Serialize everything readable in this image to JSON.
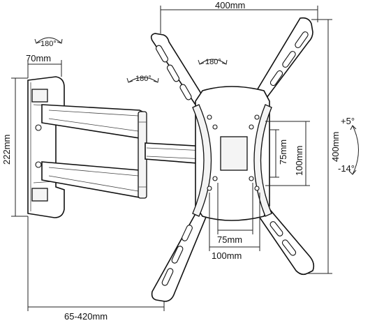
{
  "diagram": {
    "labels": {
      "width_total": "400mm",
      "height_total": "400mm",
      "vesa_w_small": "75mm",
      "vesa_w_large": "100mm",
      "vesa_h_small": "75mm",
      "vesa_h_large": "100mm",
      "wall_plate_width": "70mm",
      "wall_plate_height": "222mm",
      "extension": "65-420mm",
      "tilt_up": "+5°",
      "tilt_down": "-14°",
      "rotate_wall": "180°",
      "rotate_arm": "180°",
      "rotate_plate": "180°"
    }
  }
}
